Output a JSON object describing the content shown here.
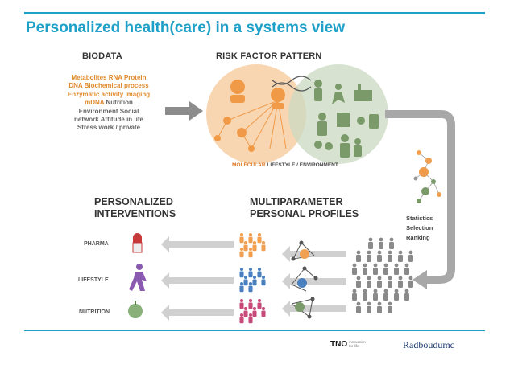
{
  "title": "Personalized health(care) in a systems view",
  "biodata": {
    "header": "BIODATA",
    "orange_text": "Metabolites RNA Protein DNA Biochemical process Enzymatic activity Imaging mDNA",
    "gray_lines": [
      "Nutrition",
      "Environment Social",
      "network Attitude in life",
      "Stress work / private"
    ],
    "line1": "Metabolites RNA Protein",
    "line2": "DNA Biochemical process",
    "line3": "Enzymatic activity Imaging",
    "line4_orange": "mDNA",
    "line4_gray": " Nutrition",
    "line5": "Environment Social",
    "line6": "network Attitude in life",
    "line7": "Stress work / private"
  },
  "risk": {
    "header": "RISK FACTOR PATTERN",
    "molecular": "MOLECULAR",
    "lifestyle": "LIFESTYLE / ENVIRONMENT"
  },
  "interventions": {
    "header_line1": "PERSONALIZED",
    "header_line2": "INTERVENTIONS",
    "items": [
      "PHARMA",
      "LIFESTYLE",
      "NUTRITION"
    ]
  },
  "profiles": {
    "header_line1": "MULTIPARAMETER",
    "header_line2": "PERSONAL PROFILES"
  },
  "stats": {
    "line1": "Statistics",
    "line2": "Selection",
    "line3": "Ranking"
  },
  "footer": {
    "tno": "TNO",
    "tno_tagline_1": "innovation",
    "tno_tagline_2": "for life",
    "radboud": "Radboudumc"
  },
  "colors": {
    "accent": "#1ea0c8",
    "orange": "#f0a050",
    "green": "#7a9a6a",
    "blue": "#4a80c0",
    "pink": "#c84a7a",
    "purple": "#8a5ab0"
  }
}
